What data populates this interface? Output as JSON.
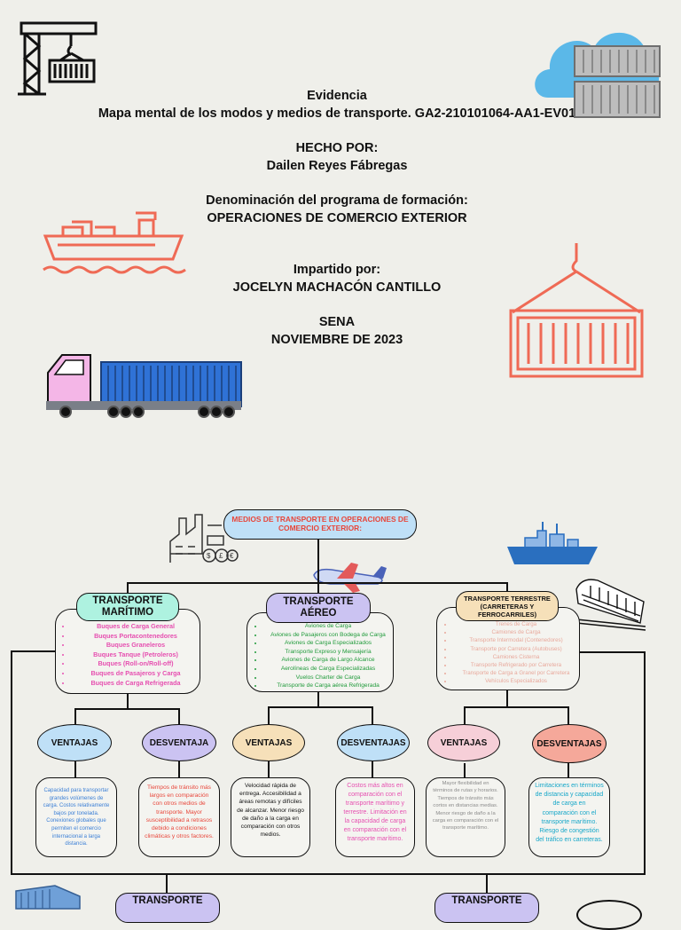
{
  "header": {
    "line1": "Evidencia",
    "line2": "Mapa mental de los modos y medios de transporte. GA2-210101064-AA1-EV01",
    "made_by_label": "HECHO POR:",
    "author": "Dailen Reyes Fábregas",
    "program_label": "Denominación del programa de formación:",
    "program": "OPERACIONES DE COMERCIO EXTERIOR",
    "taught_label": "Impartido por:",
    "instructor": "JOCELYN MACHACÓN CANTILLO",
    "institution": "SENA",
    "date": "NOVIEMBRE  DE 2023"
  },
  "colors": {
    "background": "#efefea",
    "maritime": "#e64fb0",
    "air": "#1f9a3a",
    "land": "#e8a89b",
    "blue_text": "#3b7fd6",
    "red_text": "#e8463a",
    "cyan_text": "#16a7c9",
    "mint": "#aef2e0",
    "lavender": "#cbc3f2",
    "peach": "#f6e0b9",
    "pink": "#f6cfd8",
    "blue": "#bfe0f7",
    "salmon": "#f5a89a"
  },
  "map": {
    "root": "MEDIOS DE TRANSPORTE EN OPERACIONES DE COMERCIO EXTERIOR:",
    "maritime": {
      "title": "TRANSPORTE MARÍTIMO",
      "items": [
        "Buques de Carga General",
        "Buques Portacontenedores",
        "Buques Graneleros",
        "Buques Tanque (Petroleros)",
        "Buques (Roll-on/Roll-off)",
        "Buques de Pasajeros y Carga",
        "Buques de Carga Refrigerada"
      ],
      "adv_label": "VENTAJAS",
      "dis_label": "DESVENTAJA",
      "adv_text": "Capacidad para transportar grandes volúmenes de carga. Costos relativamente bajos por tonelada. Conexiones globales que permiten el comercio internacional a larga distancia.",
      "dis_text": "Tiempos de tránsito más largos en comparación con otros medios de transporte. Mayor susceptibilidad a retrasos debido a condiciones climáticas y otros factores."
    },
    "air": {
      "title": "TRANSPORTE AÉREO",
      "items": [
        "Aviones de Carga",
        "Aviones de Pasajeros con Bodega de Carga",
        "Aviones de Carga Especializados",
        "Transporte Expreso y Mensajería",
        "Aviones de Carga de Largo Alcance",
        "Aerolíneas de Carga Especializadas",
        "Vuelos Charter de Carga",
        "Transporte de Carga aérea Refrigerada"
      ],
      "adv_label": "VENTAJAS",
      "dis_label": "DESVENTAJAS",
      "adv_text": "Velocidad rápida de entrega. Accesibilidad a áreas remotas y difíciles de alcanzar. Menor riesgo de daño a la carga en comparación con otros medios.",
      "dis_text": "Costos más altos en comparación con el transporte marítimo y terrestre. Limitación en la capacidad de carga en comparación con el transporte marítimo."
    },
    "land": {
      "title": "TRANSPORTE TERRESTRE (CARRETERAS Y FERROCARRILES)",
      "items": [
        "Trenes de Carga",
        "Camiones de Carga",
        "Transporte Intermodal (Contenedores)",
        "Transporte por Carretera (Autobuses)",
        "Camiones Cisterna",
        "Transporte Refrigerado por Carretera",
        "Transporte de Carga a Granel por Carretera",
        "Vehículos Especializados"
      ],
      "adv_label": "VENTAJAS",
      "dis_label": "DESVENTAJAS",
      "adv_text": "Mayor flexibilidad en términos de rutas y horarios. Tiempos de tránsito más cortos en distancias medias. Menor riesgo de daño a la carga en comparación con el transporte marítimo.",
      "dis_text": "Limitaciones en términos de distancia y capacidad de carga en comparación con el transporte marítimo. Riesgo de congestión del tráfico en carreteras."
    },
    "bottom_left": "TRANSPORTE",
    "bottom_right": "TRANSPORTE"
  }
}
